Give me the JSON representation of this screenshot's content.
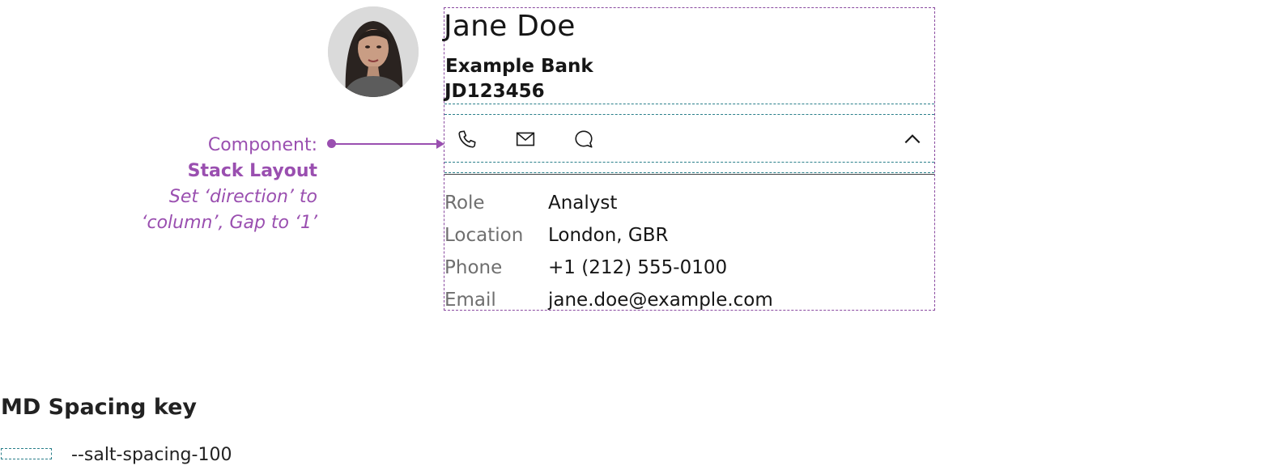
{
  "profile": {
    "name": "Jane Doe",
    "organization": "Example Bank",
    "employee_id": "JD123456",
    "avatar_icon": "person-photo"
  },
  "actions": {
    "call_icon": "phone-icon",
    "email_icon": "mail-icon",
    "chat_icon": "chat-icon",
    "collapse_icon": "chevron-up-icon"
  },
  "details": [
    {
      "label": "Role",
      "value": "Analyst"
    },
    {
      "label": "Location",
      "value": "London, GBR"
    },
    {
      "label": "Phone",
      "value": "+1 (212) 555-0100"
    },
    {
      "label": "Email",
      "value": "jane.doe@example.com"
    }
  ],
  "annotation": {
    "line1": "Component:",
    "line2": "Stack Layout",
    "line3": "Set ‘direction’ to",
    "line4": "‘column’, Gap to ‘1’"
  },
  "key": {
    "title": "MD Spacing key",
    "swatch_label": "--salt-spacing-100"
  },
  "colors": {
    "annotation": "#9a4fb0",
    "stack_outline": "#8a4aa0",
    "spacing": "#2a7f8a"
  }
}
